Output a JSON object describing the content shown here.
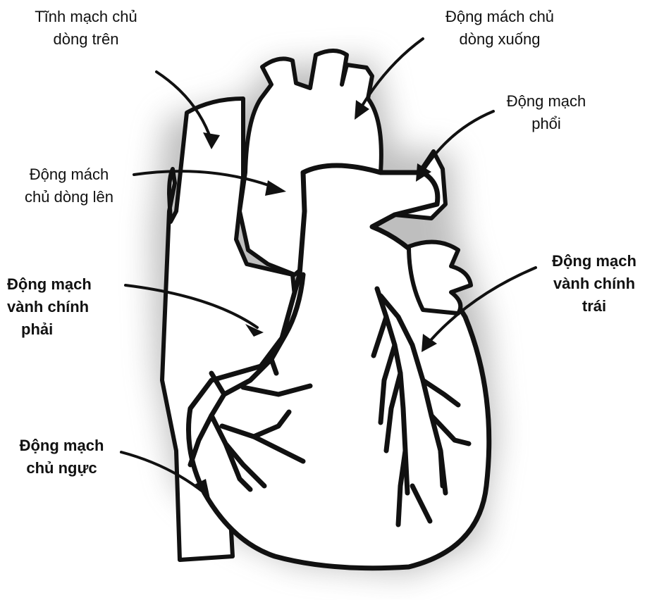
{
  "diagram": {
    "labels": {
      "superior_vena_cava": [
        "Tĩnh mạch chủ",
        "dòng trên"
      ],
      "descending_aorta": [
        "Động mách chủ",
        "dòng xuống"
      ],
      "pulmonary_artery": [
        "Động mạch",
        "phổi"
      ],
      "ascending_aorta": [
        "Động mách",
        "chủ dòng lên"
      ],
      "right_coronary": [
        "Động mạch",
        "vành chính",
        "phải"
      ],
      "left_coronary": [
        "Động mạch",
        "vành chính",
        "trái"
      ],
      "thoracic_aorta": [
        "Động mạch",
        "chủ ngực"
      ]
    },
    "colors": {
      "ink": "#111111",
      "stipple": "#6b6b6b",
      "fill": "#ffffff"
    }
  }
}
